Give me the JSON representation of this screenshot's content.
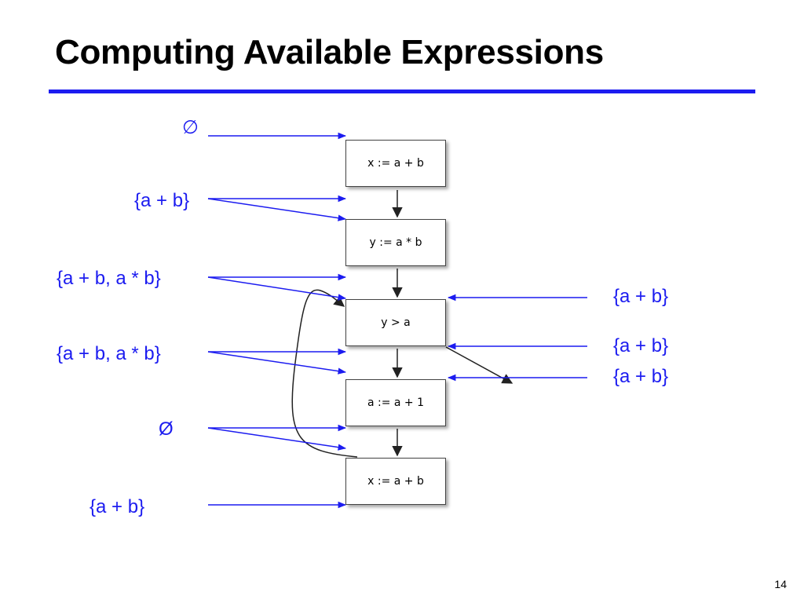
{
  "slide": {
    "title": "Computing Available Expressions",
    "page_number": "14"
  },
  "colors": {
    "accent_blue": "#1c1cf0",
    "edge_dark": "#222222"
  },
  "nodes": [
    {
      "id": "n1",
      "text": "x := a + b"
    },
    {
      "id": "n2",
      "text": "y := a * b"
    },
    {
      "id": "n3",
      "text": "y > a"
    },
    {
      "id": "n4",
      "text": "a := a + 1"
    },
    {
      "id": "n5",
      "text": "x := a + b"
    }
  ],
  "left_sets": [
    {
      "id": "in-n1",
      "text": "∅"
    },
    {
      "id": "out-n1-in-n2",
      "text": "{a + b}"
    },
    {
      "id": "out-n2-in-n3",
      "text": "{a + b, a * b}"
    },
    {
      "id": "out-n3-in-n4",
      "text": "{a + b, a * b}"
    },
    {
      "id": "out-n4-in-n5",
      "text": "Ø"
    },
    {
      "id": "out-n5",
      "text": "{a + b}"
    }
  ],
  "right_sets": [
    {
      "id": "in-n3",
      "text": "{a + b}"
    },
    {
      "id": "out-n3",
      "text": "{a + b}"
    },
    {
      "id": "exit",
      "text": "{a + b}"
    }
  ]
}
